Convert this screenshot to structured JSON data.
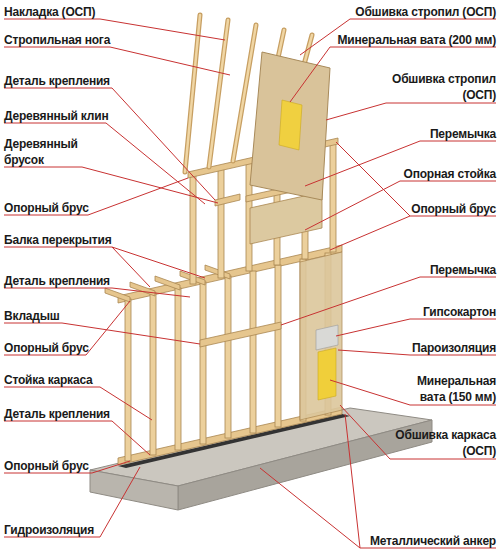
{
  "diagram": {
    "labels": [
      "Накладка (ОСП)",
      "Стропильная нога",
      "Деталь крепления",
      "Деревянный клин",
      "Деревянный брусок",
      "Опорный брус",
      "Балка перекрытия",
      "Деталь крепления",
      "Вкладыш",
      "Опорный брус",
      "Стойка каркаса",
      "Деталь крепления",
      "Опорный брус",
      "Гидроизоляция",
      "Обшивка стропил (ОСП)",
      "Минеральная вата (200 мм)",
      "Обшивка стропил (ОСП)",
      "Перемычка",
      "Опорная стойка",
      "Опорный брус",
      "Перемычка",
      "Гипсокартон",
      "Пароизоляция",
      "Минеральная вата (150 мм)",
      "Обшивка каркаса (ОСП)",
      "Металлический анкер"
    ]
  }
}
